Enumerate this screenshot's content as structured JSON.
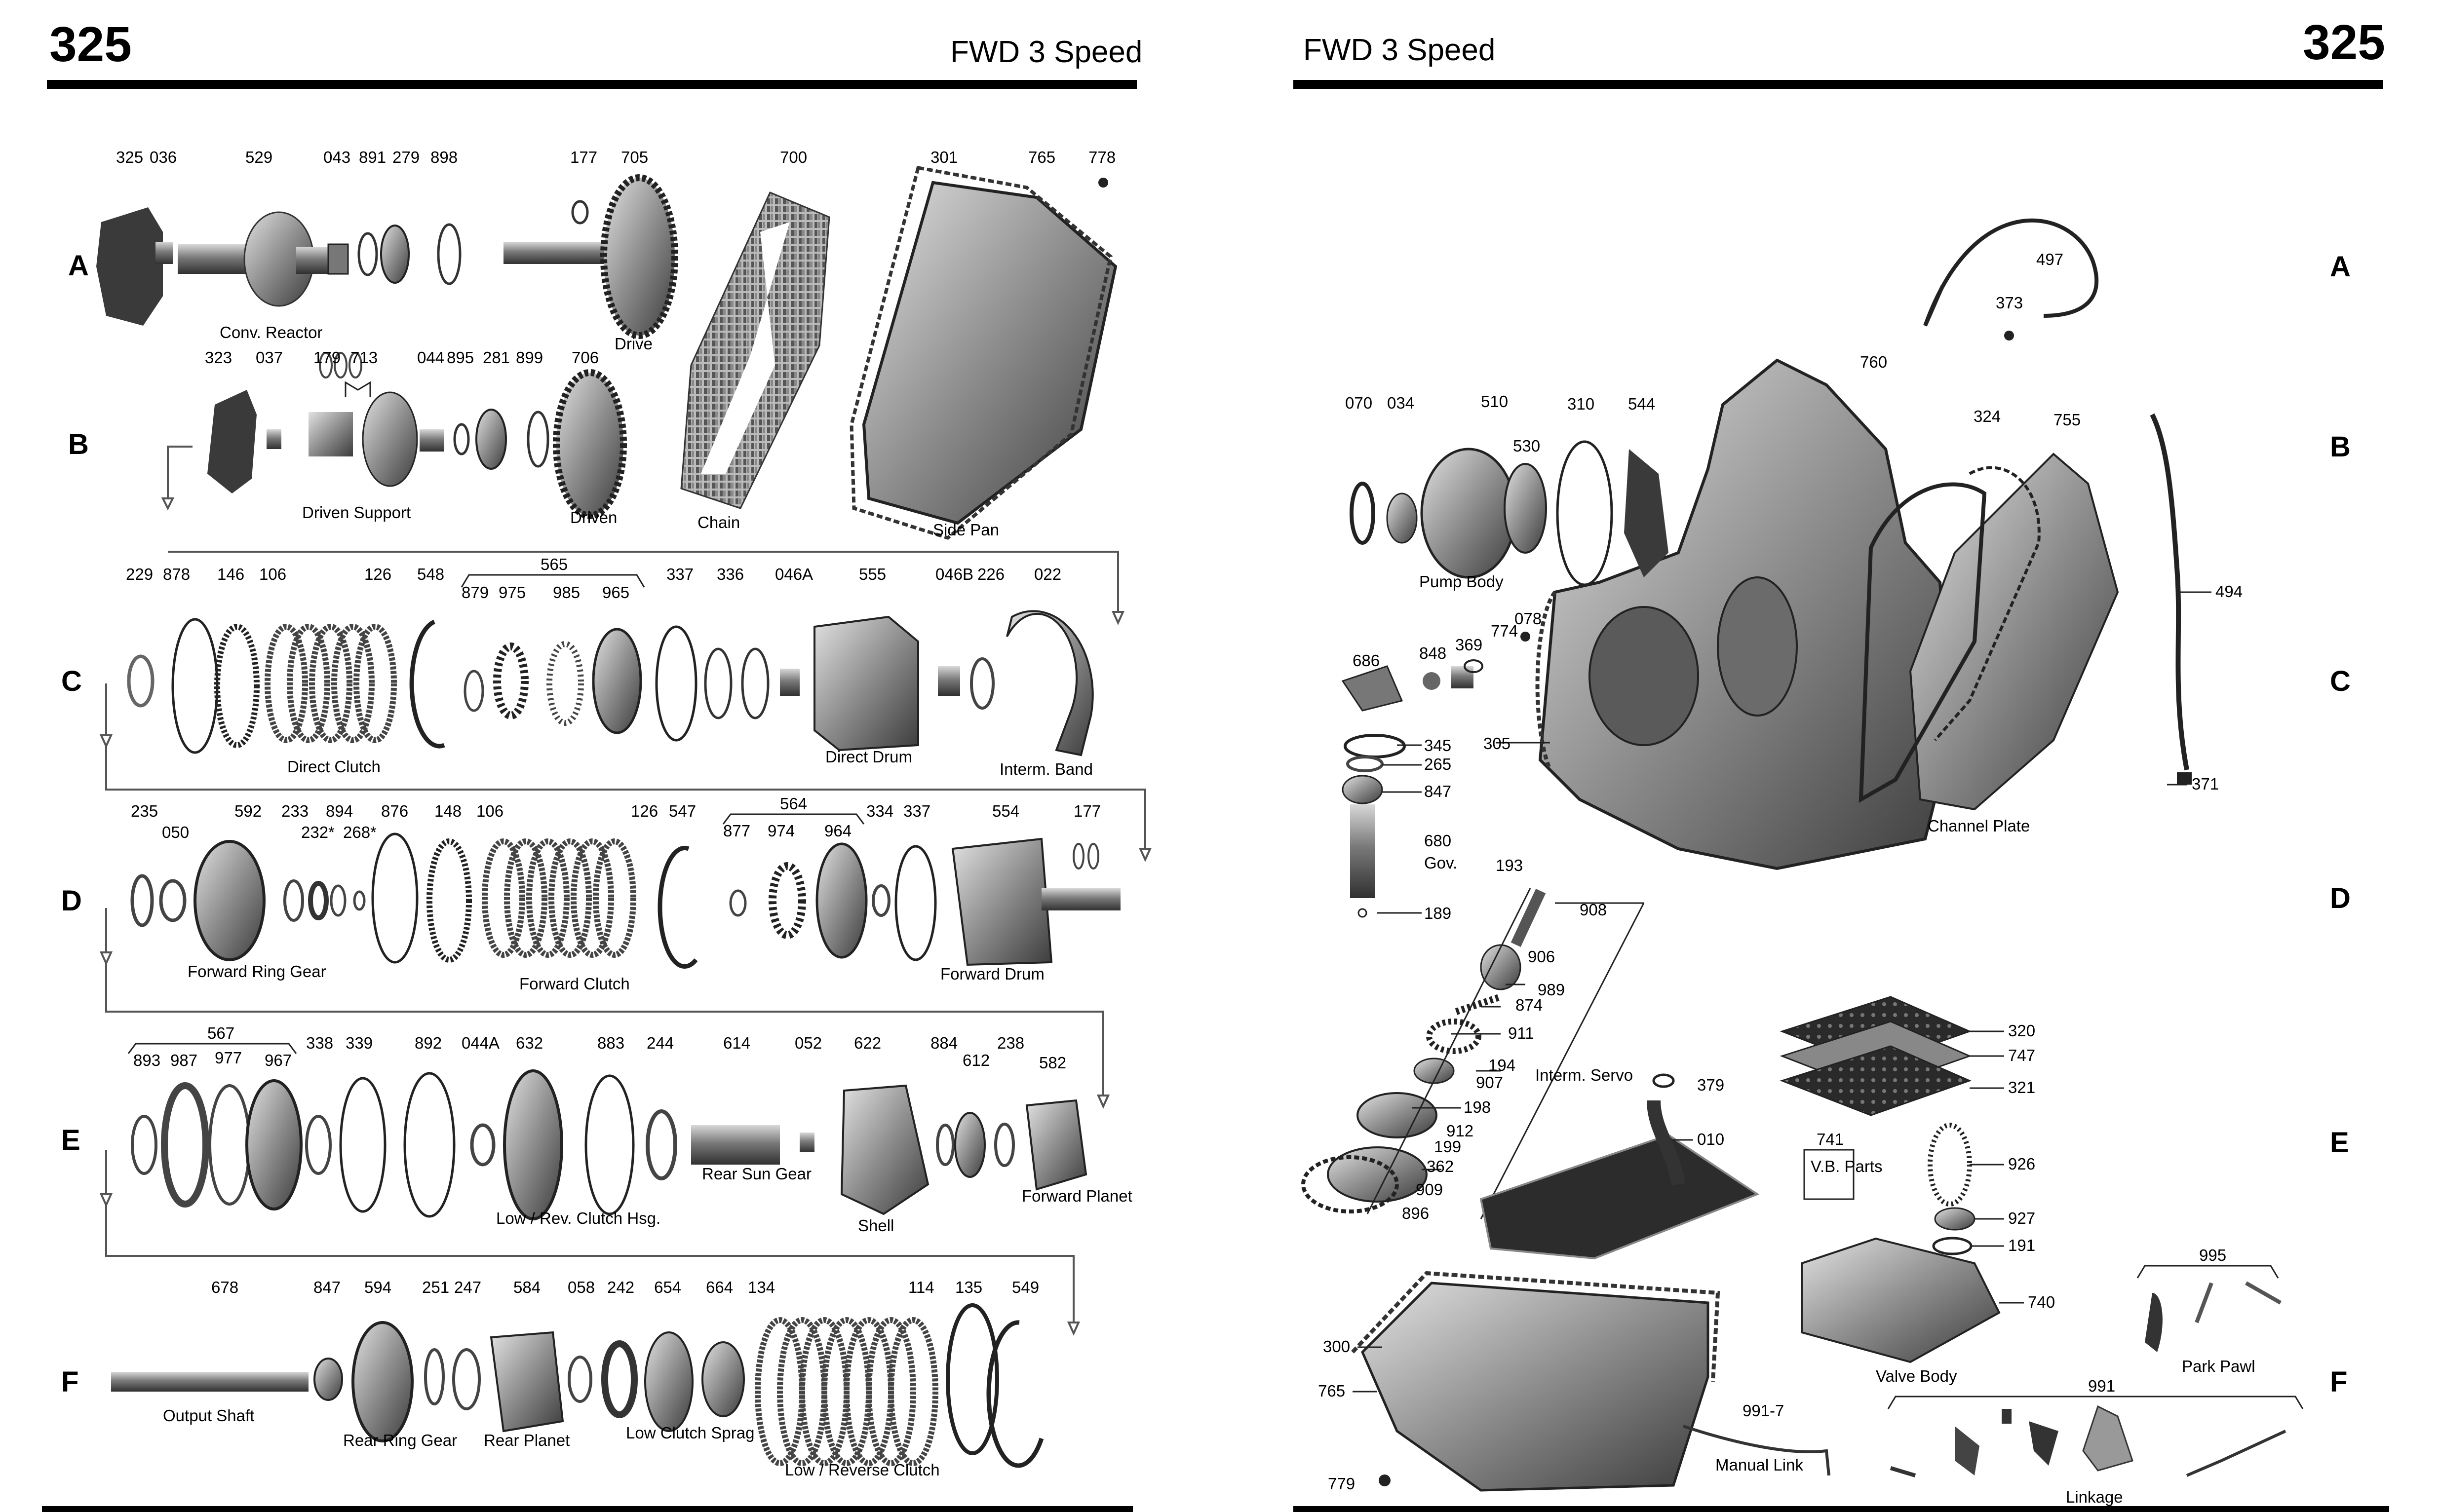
{
  "left_page": {
    "page_number": "325",
    "title": "FWD 3 Speed",
    "rows": [
      {
        "letter": "A",
        "part_numbers": [
          "325",
          "036",
          "529",
          "043",
          "891",
          "279",
          "898",
          "177",
          "705",
          "700",
          "301",
          "765",
          "778"
        ],
        "captions": [
          "Conv. Reactor",
          "Drive"
        ]
      },
      {
        "letter": "B",
        "part_numbers": [
          "323",
          "037",
          "179",
          "713",
          "044",
          "895",
          "281",
          "899",
          "706"
        ],
        "captions": [
          "Driven Support",
          "Driven",
          "Chain",
          "Side Pan"
        ]
      },
      {
        "letter": "C",
        "part_numbers": [
          "229",
          "878",
          "146",
          "106",
          "126",
          "548",
          "565",
          "879",
          "975",
          "985",
          "965",
          "337",
          "336",
          "046A",
          "555",
          "046B",
          "226",
          "022"
        ],
        "captions": [
          "Direct Clutch",
          "Direct Drum",
          "Interm. Band"
        ]
      },
      {
        "letter": "D",
        "part_numbers": [
          "235",
          "050",
          "592",
          "233",
          "894",
          "232*",
          "268*",
          "876",
          "148",
          "106",
          "126",
          "547",
          "564",
          "877",
          "974",
          "964",
          "334",
          "337",
          "554",
          "177"
        ],
        "captions": [
          "Forward Ring Gear",
          "Forward Clutch",
          "Forward Drum"
        ]
      },
      {
        "letter": "E",
        "part_numbers": [
          "567",
          "893",
          "987",
          "977",
          "967",
          "338",
          "339",
          "892",
          "044A",
          "632",
          "883",
          "244",
          "614",
          "052",
          "622",
          "884",
          "612",
          "238",
          "582"
        ],
        "captions": [
          "Low / Rev. Clutch Hsg.",
          "Rear Sun Gear",
          "Shell",
          "Forward Planet"
        ]
      },
      {
        "letter": "F",
        "part_numbers": [
          "678",
          "847",
          "594",
          "251",
          "247",
          "584",
          "058",
          "242",
          "654",
          "664",
          "134",
          "114",
          "135",
          "549"
        ],
        "captions": [
          "Output Shaft",
          "Rear Ring Gear",
          "Rear Planet",
          "Low Clutch Sprag",
          "Low / Reverse Clutch"
        ]
      }
    ]
  },
  "right_page": {
    "page_number": "325",
    "title": "FWD 3 Speed",
    "row_letters": [
      "A",
      "B",
      "C",
      "D",
      "E",
      "F"
    ],
    "part_numbers": [
      "497",
      "373",
      "760",
      "070",
      "034",
      "510",
      "530",
      "310",
      "544",
      "324",
      "755",
      "494",
      "686",
      "848",
      "369",
      "774",
      "078",
      "345",
      "265",
      "847",
      "305",
      "680",
      "371",
      "193",
      "908",
      "189",
      "906",
      "989",
      "874",
      "911",
      "194",
      "907",
      "198",
      "912",
      "199",
      "362",
      "909",
      "896",
      "379",
      "010",
      "320",
      "747",
      "321",
      "741",
      "926",
      "927",
      "191",
      "740",
      "300",
      "765",
      "779",
      "991-7",
      "995",
      "991"
    ],
    "captions": [
      "Pump Body",
      "Channel Plate",
      "Gov.",
      "Interm. Servo",
      "V.B. Parts",
      "Valve Body",
      "Manual Link",
      "Park Pawl",
      "Linkage"
    ]
  }
}
